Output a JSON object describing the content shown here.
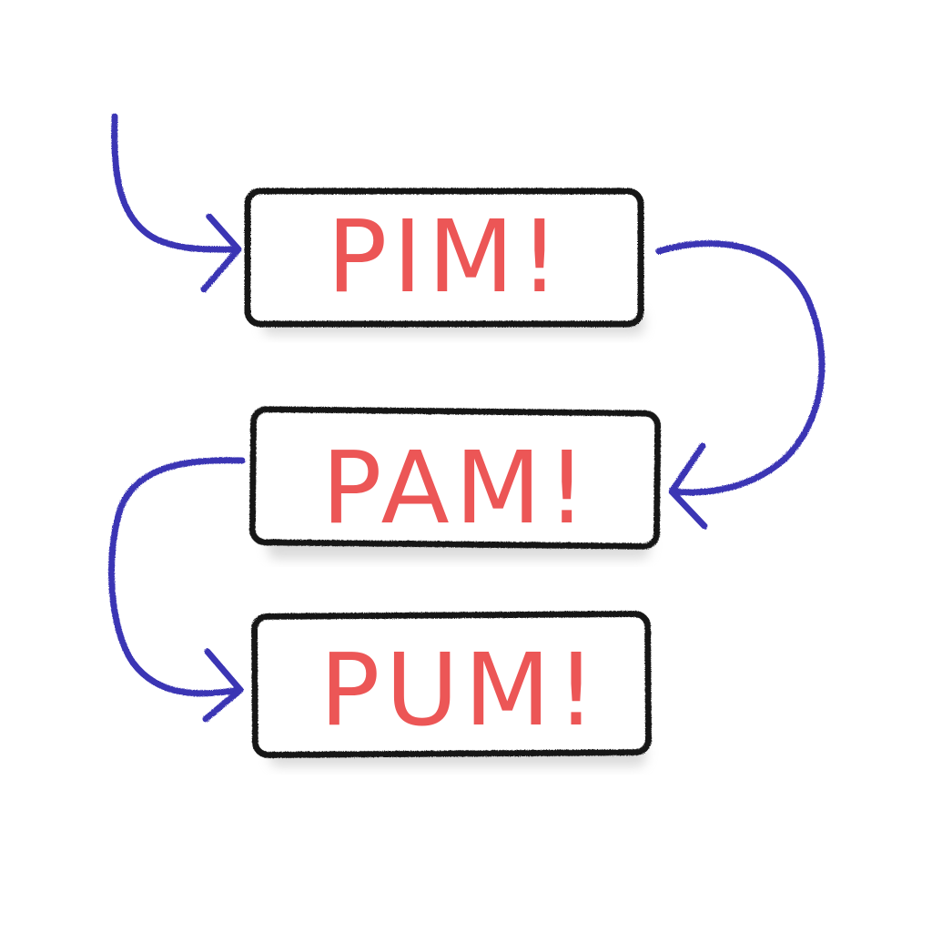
{
  "colors": {
    "background": "#ffffff",
    "box_stroke": "#141414",
    "box_shadow": "#bdbdbd",
    "text": "#ec5656",
    "arrow": "#3a34b4"
  },
  "boxes": [
    {
      "label": "PIM!"
    },
    {
      "label": "PAM!"
    },
    {
      "label": "PUM!"
    }
  ],
  "arrows": [
    {
      "from": "start",
      "to": "box-1"
    },
    {
      "from": "box-1",
      "to": "box-2"
    },
    {
      "from": "box-2",
      "to": "box-3"
    }
  ]
}
